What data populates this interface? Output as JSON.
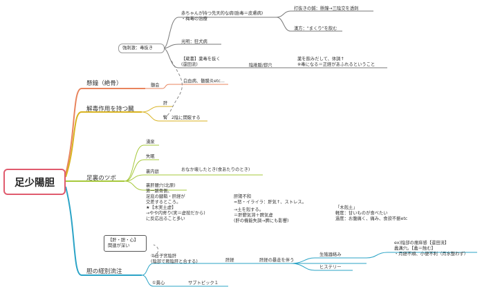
{
  "root": "足少陽胆",
  "branches": {
    "b1": {
      "label": "懸鐘（絶骨）",
      "sub": "髄会",
      "sub_detail": "白血病、髄膜炎etc..."
    },
    "b2": {
      "label": "解毒作用を持つ臓",
      "children": [
        "肝",
        "腎"
      ],
      "kidney_detail": "2陰に開竅する"
    },
    "b3": {
      "label": "足裏のツボ",
      "items": [
        "湧泉",
        "失眠",
        "裏内庭",
        "裏肝腰穴(北原)"
      ],
      "naiting_detail": "おなか壊したとき(食あたりのとき)",
      "kan_desc": [
        "第一蹠骨側、",
        "足底の腱鞘・肝経が",
        "交差するところ。",
        "★【木実土虚】",
        "→やや内寄り(実＝虚按だから)",
        "に反応出ること多い"
      ],
      "kan_mid": [
        "肝陽不和",
        "=怒・イライラ：肝気↑、ストレス。",
        "→土を剋する。",
        "＝肝鬱気滞＋脾気虚",
        "(肝の機能失調→脾にも影響)"
      ],
      "kan_right": [
        "「木剋土」",
        "軽度：甘いものが食べたい",
        "過度：お腹痛く、痛み、食欲不振etc"
      ]
    },
    "b4": {
      "label": "胆の経別流注",
      "box": [
        "【肝・胆・心】",
        "関連が深い"
      ],
      "route1": [
        "②自子宮陰肝",
        "(陰部で厥陰肝と合する)"
      ],
      "route1_sub": "肝経",
      "route1_next": "肝経の暴走を伴う",
      "route1_children": [
        "生殖器絡み",
        "ヒステリー"
      ],
      "route1_desc": [
        "ex)陰部の瘙痒感【還田流】",
        "蠡溝穴。【蠡＝蝕む】",
        "・月経不順、小便不利（月水整わず）"
      ],
      "route2": "①貫心",
      "route2_sub": "サブトピック１"
    },
    "floating": {
      "label": "強刺激：毒抜き",
      "items": [
        [
          "赤ちゃんが持つ先天的な病(胎毒＝皮膚病)",
          "・梅毒の治療"
        ],
        "光明：狂犬病",
        [
          "【蔵書】薬毒を抜く",
          "(還田流)"
        ]
      ],
      "top_children": [
        "打抜きの鍼：懸鐘→三陰交を透刺",
        "漢方：\"まくり\"を飲む"
      ],
      "bottom_mid": "陰維脈/郄穴",
      "bottom_desc": [
        "薬を飲みだして、体調↑",
        "※毒になる＝正経があふれるということ"
      ]
    }
  },
  "colors": {
    "b1": "#e8845d",
    "b2": "#d8b21f",
    "b3": "#a6c83a",
    "b4": "#2aa3c6",
    "root": "#e05a6d",
    "line": "#777777"
  }
}
